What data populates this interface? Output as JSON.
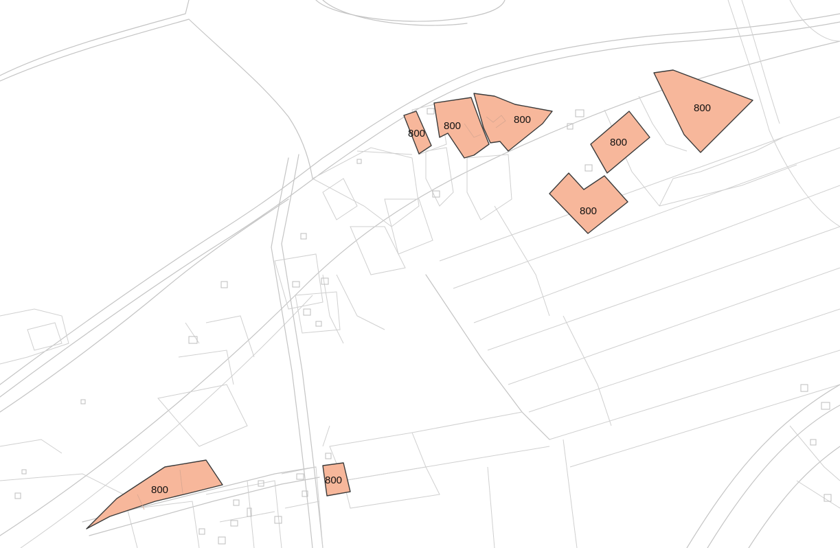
{
  "map": {
    "background": "#ffffff",
    "line_color": "#c4c4c4",
    "parcel_fill": "#f7b79b",
    "parcel_stroke": "#3a3a3a",
    "parcels": [
      {
        "id": "p1",
        "label": "800"
      },
      {
        "id": "p2",
        "label": "800"
      },
      {
        "id": "p3",
        "label": "800"
      },
      {
        "id": "p4",
        "label": "800"
      },
      {
        "id": "p5",
        "label": "800"
      },
      {
        "id": "p6",
        "label": "800"
      },
      {
        "id": "p7",
        "label": "800"
      },
      {
        "id": "p8",
        "label": "800"
      }
    ]
  }
}
